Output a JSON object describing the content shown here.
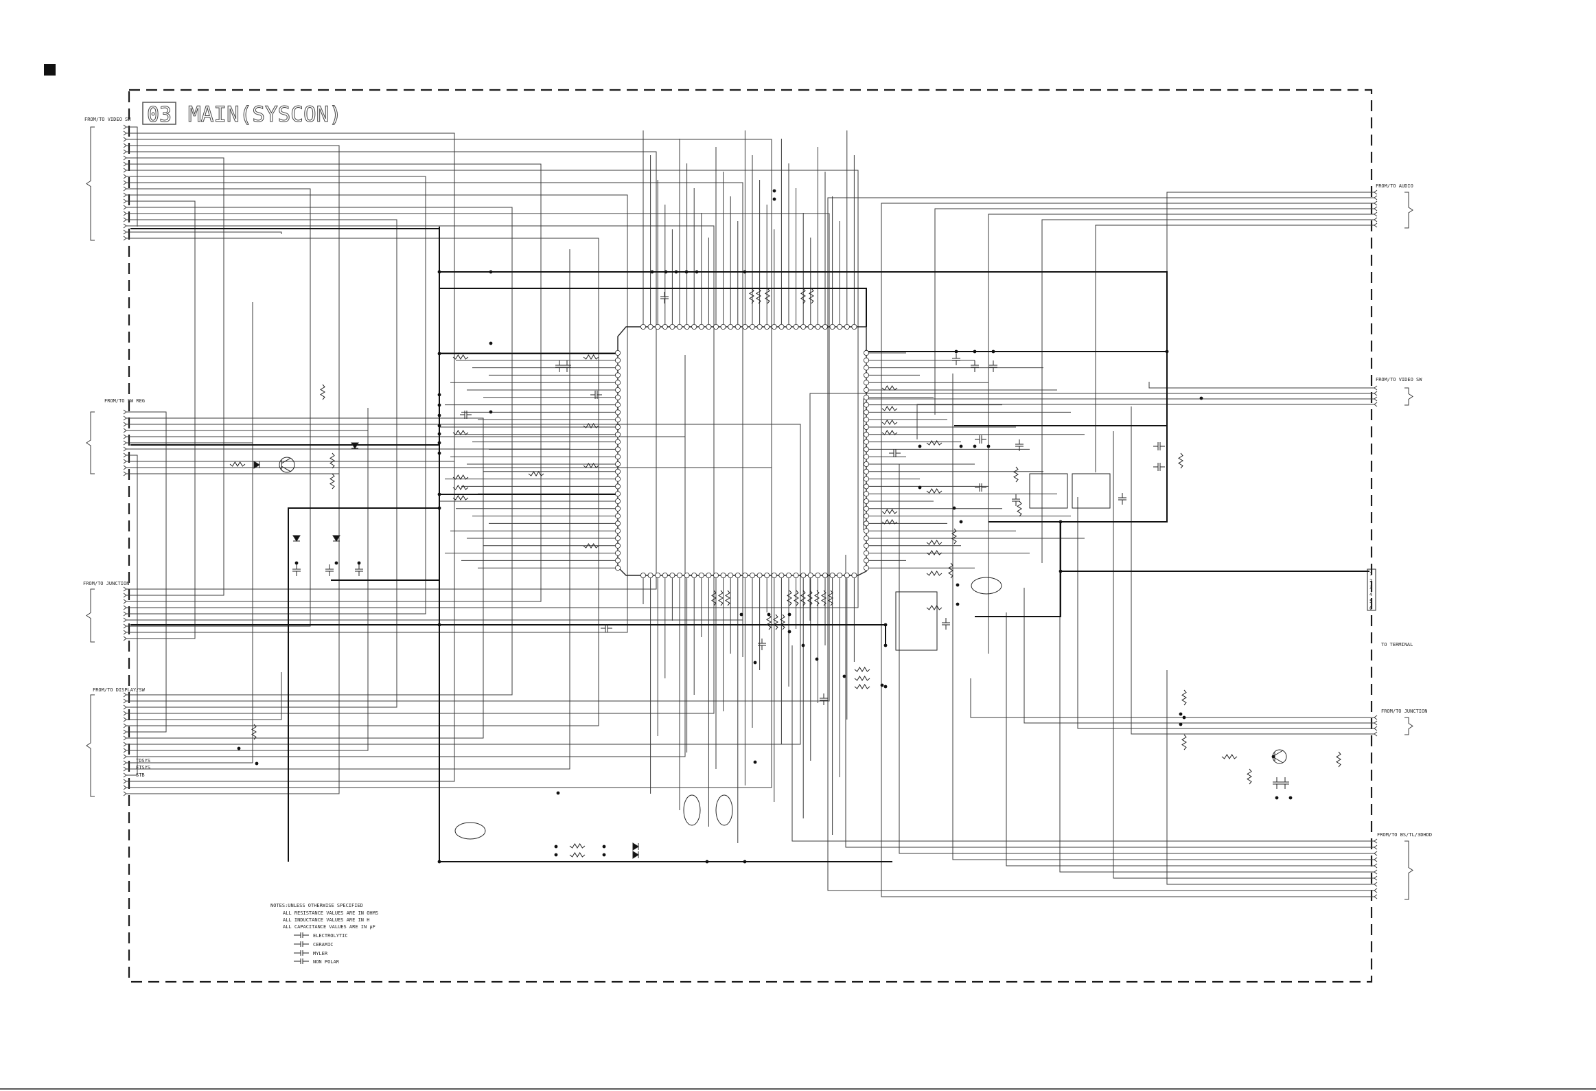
{
  "sheet": {
    "title_box": "03",
    "title": "MAIN(SYSCON)"
  },
  "connectors_left": [
    {
      "key": "video_sw_left",
      "text": "FROM/TO VIDEO SW"
    },
    {
      "key": "sw_reg",
      "text": "FROM/TO SW REG"
    },
    {
      "key": "junction_left",
      "text": "FROM/TO JUNCTION"
    },
    {
      "key": "display_sw",
      "text": "FROM/TO DISPLAY/SW"
    }
  ],
  "connectors_right": [
    {
      "key": "audio",
      "text": "FROM/TO AUDIO"
    },
    {
      "key": "video_sw_right",
      "text": "FROM/TO VIDEO SW"
    },
    {
      "key": "terminal",
      "text": "TO TERMINAL"
    },
    {
      "key": "junction_right",
      "text": "FROM/TO JUNCTION"
    },
    {
      "key": "bs",
      "text": "FROM/TO BS/TL/3DHDD"
    }
  ],
  "signal_labels": [
    "TDSYS",
    "FTSYS",
    "STB"
  ],
  "terminal_pins": [
    "1",
    "2",
    "3",
    "4",
    "5",
    "6"
  ],
  "notes": {
    "header": "NOTES:UNLESS OTHERWISE SPECIFIED",
    "lines": [
      "ALL RESISTANCE VALUES ARE IN OHMS",
      "ALL INDUCTANCE VALUES ARE IN H",
      "ALL CAPACITANCE VALUES ARE IN µF"
    ],
    "legend": [
      "ELECTROLYTIC",
      "CERAMIC",
      "MYLER",
      "NON POLAR"
    ]
  },
  "colors": {
    "ink": "#1a1a1a",
    "wire": "#3a3a3a",
    "paper": "#ffffff"
  }
}
